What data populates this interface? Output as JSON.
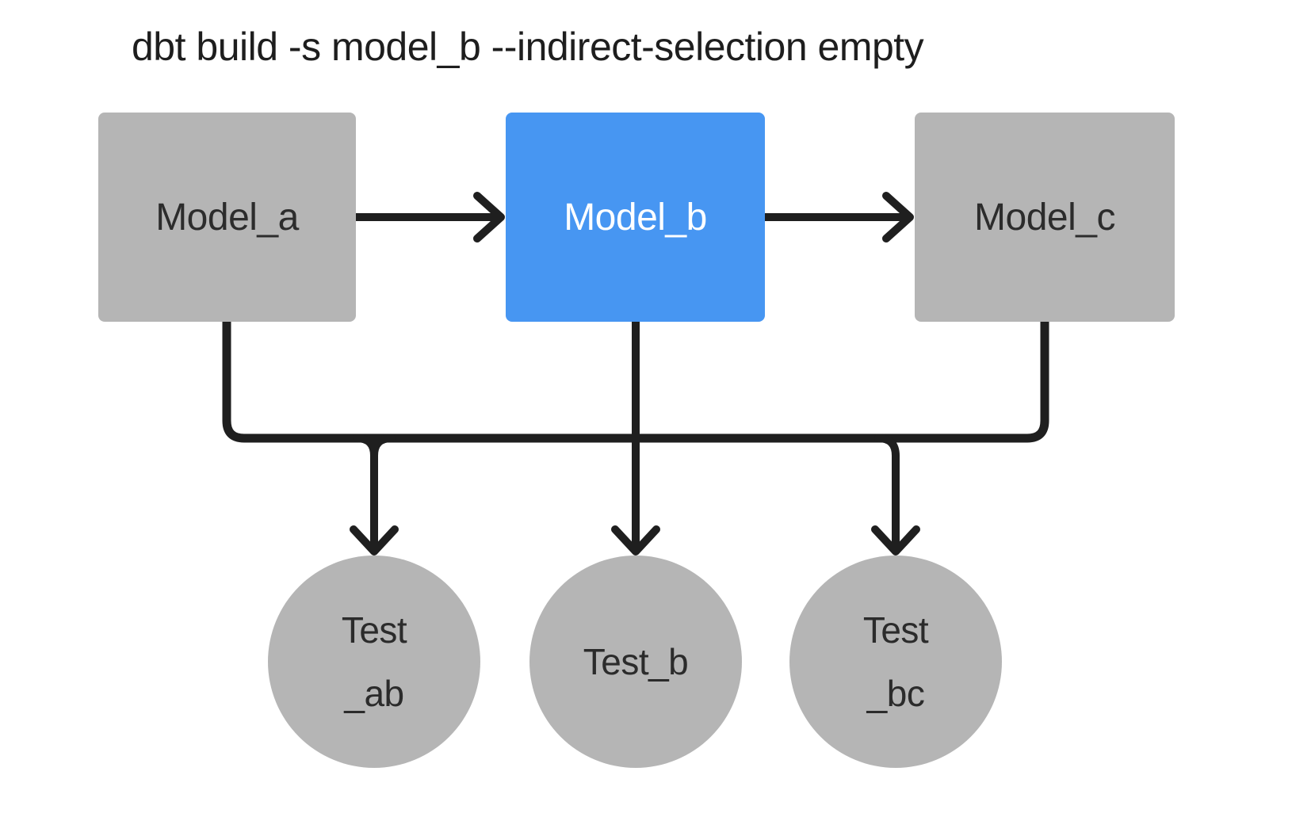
{
  "title": "dbt build -s model_b --indirect-selection empty",
  "colors": {
    "selected_node": "#4796f2",
    "unselected_node": "#b5b5b5",
    "edge": "#1f1f1f",
    "title_text": "#1e1e1e",
    "dark_label": "#2c2c2c",
    "light_label": "#ffffff",
    "background": "#ffffff"
  },
  "diagram": {
    "models": [
      {
        "id": "model_a",
        "label": "Model_a",
        "selected": false
      },
      {
        "id": "model_b",
        "label": "Model_b",
        "selected": true
      },
      {
        "id": "model_c",
        "label": "Model_c",
        "selected": false
      }
    ],
    "tests": [
      {
        "id": "test_ab",
        "label_lines": [
          "Test",
          "_ab"
        ]
      },
      {
        "id": "test_b",
        "label_lines": [
          "Test_b"
        ]
      },
      {
        "id": "test_bc",
        "label_lines": [
          "Test",
          "_bc"
        ]
      }
    ],
    "edges": [
      {
        "from": [
          "model_a"
        ],
        "to": "model_b",
        "kind": "model-to-model"
      },
      {
        "from": [
          "model_b"
        ],
        "to": "model_c",
        "kind": "model-to-model"
      },
      {
        "from": [
          "model_a",
          "model_b"
        ],
        "to": "test_ab",
        "kind": "model-to-test"
      },
      {
        "from": [
          "model_b"
        ],
        "to": "test_b",
        "kind": "model-to-test"
      },
      {
        "from": [
          "model_b",
          "model_c"
        ],
        "to": "test_bc",
        "kind": "model-to-test"
      }
    ]
  }
}
